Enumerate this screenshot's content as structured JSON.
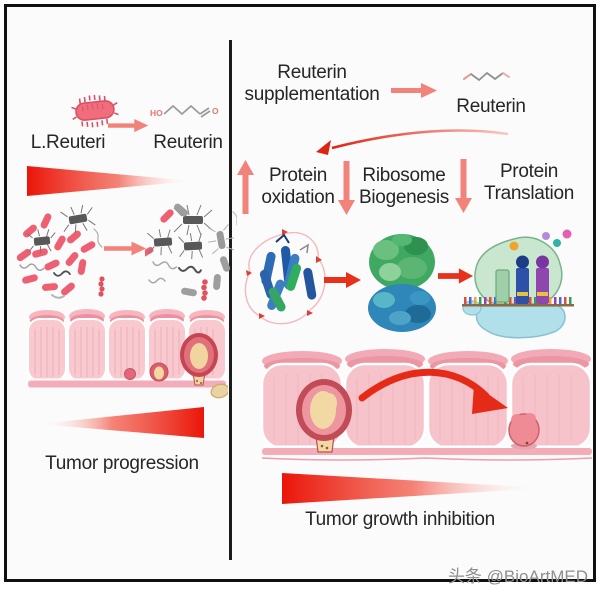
{
  "left_panel": {
    "bacterium_label": "L.Reuteri",
    "molecule": {
      "ho": "HO",
      "o": "O"
    },
    "molecule_label": "Reuterin",
    "caption": "Tumor progression"
  },
  "right_panel": {
    "supplement_line1": "Reuterin",
    "supplement_line2": "supplementation",
    "molecule_label": "Reuterin",
    "effects": [
      {
        "direction": "up",
        "line1": "Protein",
        "line2": "oxidation"
      },
      {
        "direction": "down",
        "line1": "Ribosome",
        "line2": "Biogenesis"
      },
      {
        "direction": "down",
        "line1": "Protein",
        "line2": "Translation"
      }
    ],
    "caption": "Tumor growth inhibition"
  },
  "watermark": "头条 @BioArtMED",
  "colors": {
    "accent_red": "#e82012",
    "salmon_arrow": "#f2837b",
    "bacteria_pink": "#ee5f71",
    "intestine_pink": "#f8c9cf",
    "tumor_dark_red": "#c64553",
    "tumor_yellow": "#f0d69e",
    "text": "#262626",
    "watermark_gray": "#8f8f8f"
  }
}
